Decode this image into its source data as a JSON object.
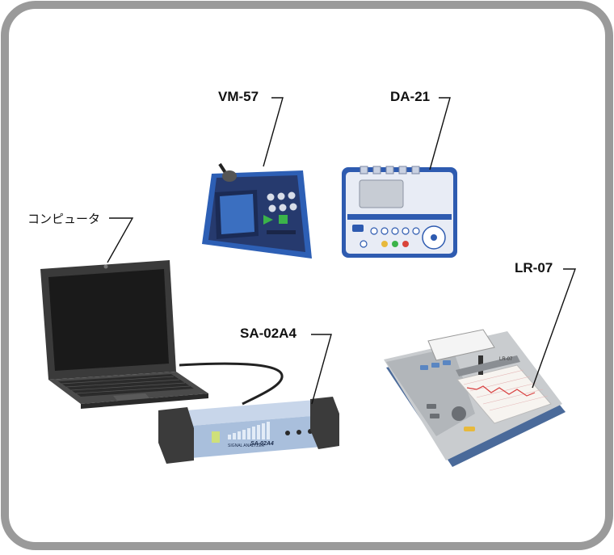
{
  "labels": {
    "vm57": "VM-57",
    "da21": "DA-21",
    "computer": "コンピュータ",
    "lr07": "LR-07",
    "sa02a4": "SA-02A4"
  },
  "device_print": {
    "sa_brand": "SIGNAL ANALYZER",
    "sa_model": "SA-02A4",
    "lr_model": "LR-07"
  },
  "colors": {
    "frame": "#9a9a9a",
    "vm_body": "#2a3f78",
    "vm_frame": "#2d5fb5",
    "da_body": "#e8ecf5",
    "da_frame": "#2e5bb0",
    "sa_body": "#a9bfdc",
    "sa_bumper": "#3b3b3b",
    "lr_body": "#c9cccf",
    "laptop": "#3a3a3a"
  }
}
